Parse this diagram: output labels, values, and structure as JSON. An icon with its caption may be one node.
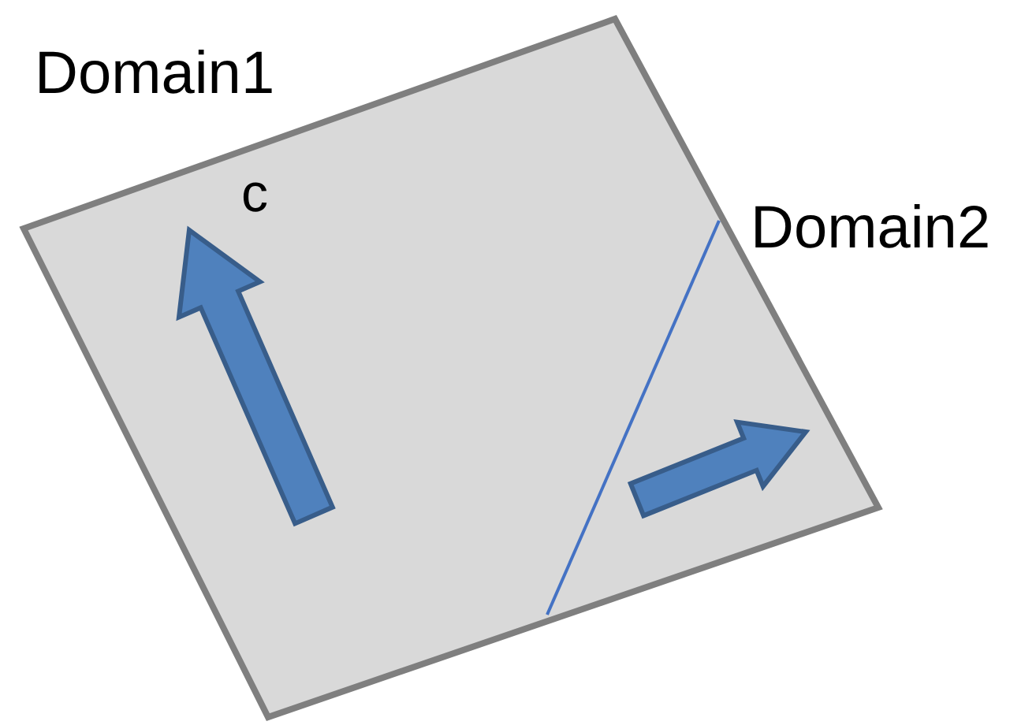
{
  "diagram": {
    "labels": [
      "Domain1",
      "c",
      "Domain2"
    ]
  }
}
